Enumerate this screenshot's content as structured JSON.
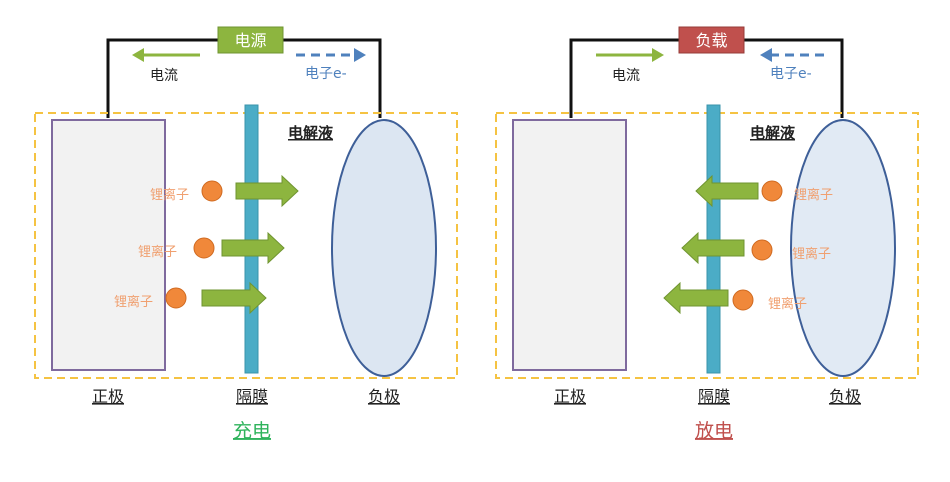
{
  "colors": {
    "power_fill": "#8db53f",
    "load_fill": "#c0504d",
    "wire": "#111111",
    "electron_blue": "#4f81bd",
    "current_green": "#8db53f",
    "ion_orange": "#f0883a",
    "ion_label": "#f0a070",
    "separator": "#4bacc6",
    "border_dash": "#f5c342",
    "negative_fill": "#dce6f2",
    "positive_fill": "#f2f2f2",
    "positive_stroke": "#7f6a9e",
    "charge_title": "#2fb35c",
    "discharge_title": "#c0504d"
  },
  "panels": [
    {
      "mode": "charge",
      "source_label": "电源",
      "current_label": "电流",
      "electron_label": "电子e-",
      "electrolyte_label": "电解液",
      "ion_labels": [
        "锂离子",
        "锂离子",
        "锂离子"
      ],
      "positive_label": "正极",
      "separator_label": "隔膜",
      "negative_label": "负极",
      "title": "充电"
    },
    {
      "mode": "discharge",
      "source_label": "负载",
      "current_label": "电流",
      "electron_label": "电子e-",
      "electrolyte_label": "电解液",
      "ion_labels": [
        "锂离子",
        "锂离子",
        "锂离子"
      ],
      "positive_label": "正极",
      "separator_label": "隔膜",
      "negative_label": "负极",
      "title": "放电"
    }
  ]
}
